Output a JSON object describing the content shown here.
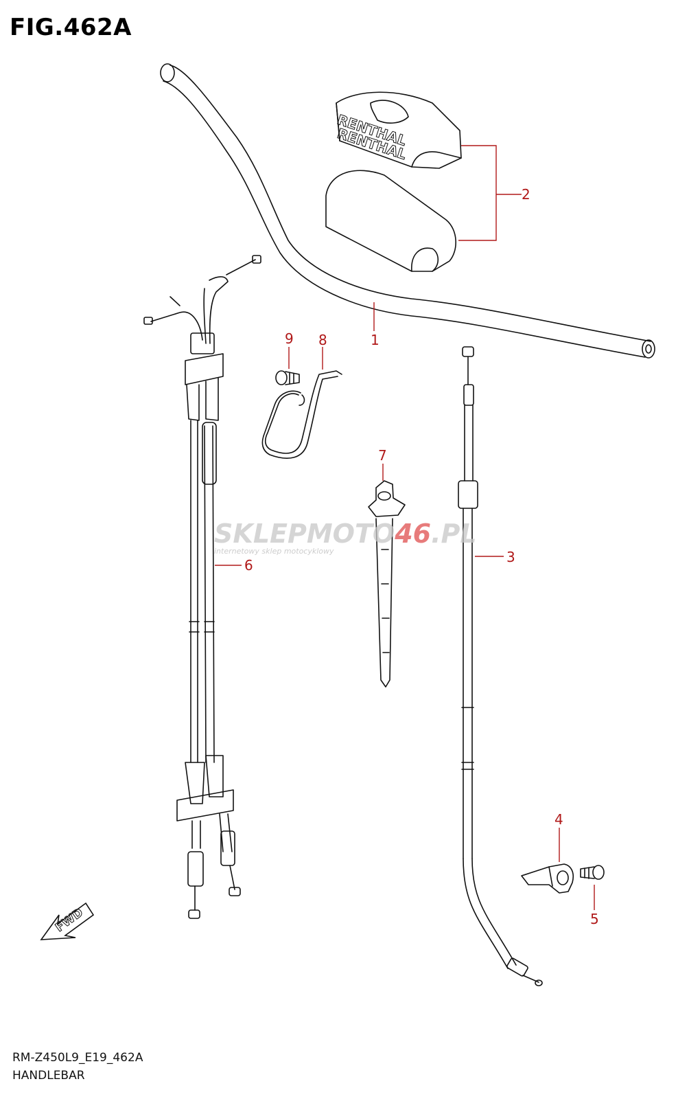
{
  "figure": {
    "title": "FIG.462A",
    "model_code": "RM-Z450L9_E19_462A",
    "section_name": "HANDLEBAR"
  },
  "pad": {
    "brand_top": "RENTHAL",
    "brand_bottom": "RENTHAL"
  },
  "fwd_label": "FWD",
  "watermark": {
    "brand_part1": "SKLEPMOTO",
    "brand_part2": "46",
    "brand_part3": ".PL",
    "tagline": "internetowy sklep motocyklowy"
  },
  "callouts": [
    "1",
    "2",
    "3",
    "4",
    "5",
    "6",
    "7",
    "8",
    "9"
  ],
  "colors": {
    "callout": "#b01818",
    "line": "#111111",
    "watermark_gray": "#c8c8c8",
    "watermark_red": "#e05050"
  }
}
